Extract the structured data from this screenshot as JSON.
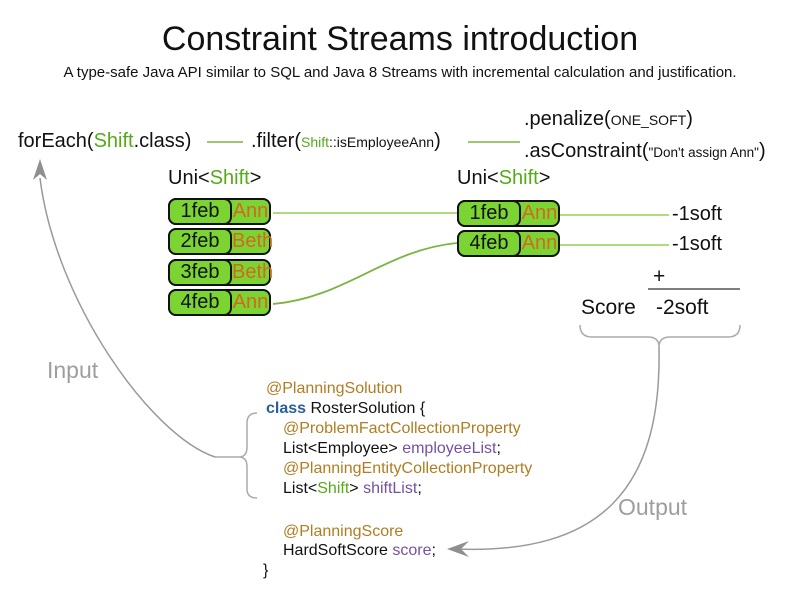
{
  "diagram": {
    "title": "Constraint Streams introduction",
    "subtitle": "A type-safe Java API similar to SQL and Java 8 Streams with incremental calculation and justification.",
    "pipeline": {
      "foreach": {
        "pre": "forEach(",
        "type": "Shift",
        "post": ".class)"
      },
      "filter": {
        "pre": ".filter(",
        "type": "Shift",
        "method": "::isEmployeeAnn",
        "close": ")"
      },
      "penalize": {
        "pre": ".penalize(",
        "arg": "ONE_SOFT",
        "close": ")"
      },
      "as_constraint": {
        "pre": ".asConstraint(",
        "arg": "\"Don't assign Ann\"",
        "close": ")"
      }
    },
    "left_stream": {
      "label": {
        "pre": "Uni<",
        "type": "Shift",
        "post": ">"
      },
      "rows": [
        {
          "date": "1feb",
          "employee": "Ann"
        },
        {
          "date": "2feb",
          "employee": "Beth"
        },
        {
          "date": "3feb",
          "employee": "Beth"
        },
        {
          "date": "4feb",
          "employee": "Ann"
        }
      ]
    },
    "right_stream": {
      "label": {
        "pre": "Uni<",
        "type": "Shift",
        "post": ">"
      },
      "rows": [
        {
          "date": "1feb",
          "employee": "Ann"
        },
        {
          "date": "4feb",
          "employee": "Ann"
        }
      ]
    },
    "penalties": [
      "-1soft",
      "-1soft"
    ],
    "score": {
      "plus": "+",
      "label": "Score",
      "value": "-2soft"
    },
    "flow_labels": {
      "input": "Input",
      "output": "Output"
    },
    "code": {
      "planning_solution_annotation": "@PlanningSolution",
      "class_keyword": "class",
      "class_decl": " RosterSolution {",
      "problem_fact_annotation": "@ProblemFactCollectionProperty",
      "employee_list_type": "List<Employee> ",
      "employee_list_var": "employeeList",
      "planning_entity_annotation": "@PlanningEntityCollectionProperty",
      "shift_list_pre": "List<",
      "shift_list_type": "Shift",
      "shift_list_mid": "> ",
      "shift_list_var": "shiftList",
      "planning_score_annotation": "@PlanningScore",
      "score_type": "HardSoftScore ",
      "score_var": "score",
      "semicolon": ";",
      "closing_brace": "}"
    },
    "colors": {
      "box_green": "#7cd433",
      "type_green": "#55ab17",
      "employee_orange": "#d2691e",
      "annotation_gold": "#b07d22",
      "keyword_blue": "#2a6099",
      "variable_purple": "#7551a0",
      "connector_green_light": "#a5d66e",
      "connector_green": "#7db343",
      "flow_gray": "#9a9a9a"
    }
  }
}
